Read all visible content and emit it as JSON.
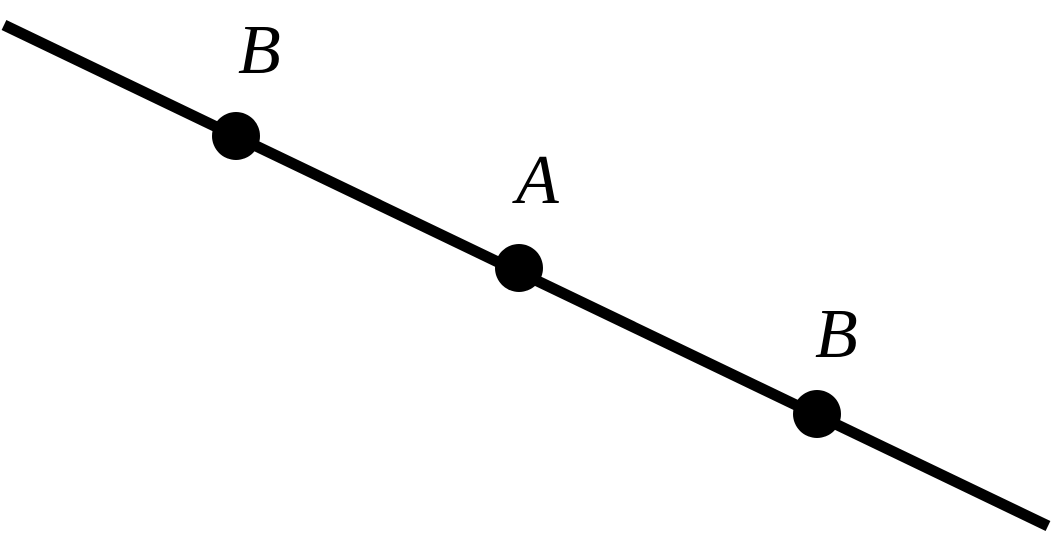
{
  "diagram": {
    "points": [
      {
        "label": "B"
      },
      {
        "label": "A"
      },
      {
        "label": "B"
      }
    ],
    "colors": {
      "line": "#000000",
      "point": "#000000",
      "background": "#ffffff"
    }
  }
}
